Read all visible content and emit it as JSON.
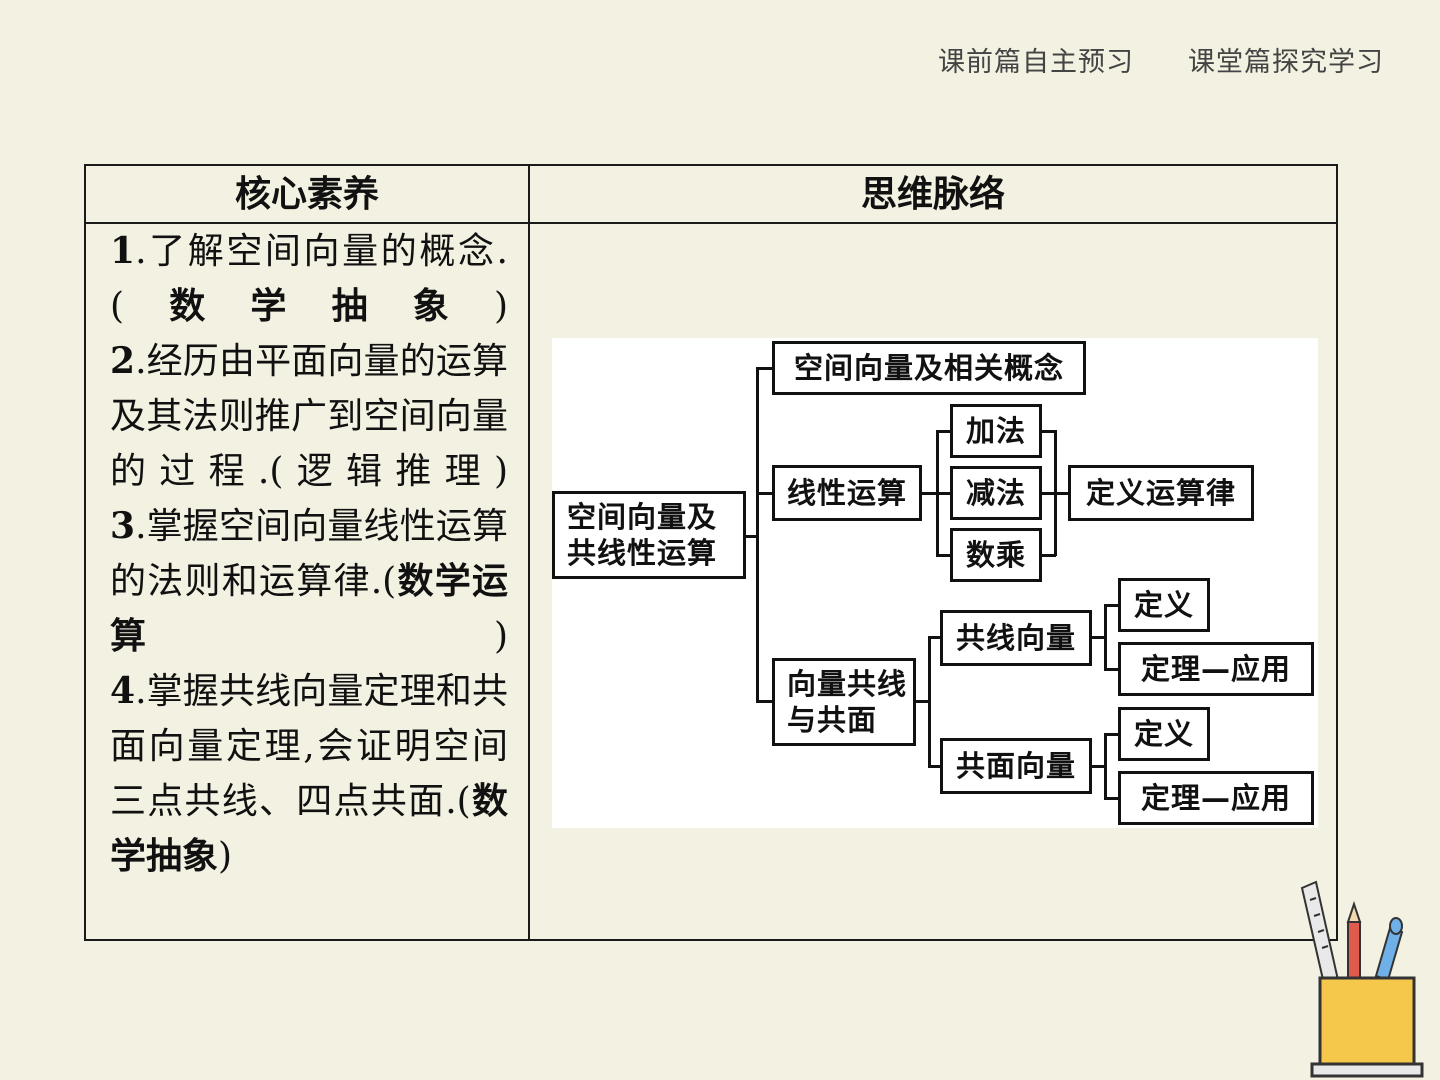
{
  "nav": {
    "preview": "课前篇自主预习",
    "explore": "课堂篇探究学习"
  },
  "table": {
    "header_left": "核心素养",
    "header_right": "思维脉络",
    "items": [
      {
        "num": "1",
        "text": ".了解空间向量的概念.(",
        "tag": "数学抽象",
        "end": ")"
      },
      {
        "num": "2",
        "text": ".经历由平面向量的运算及其法则推广到空间向量的过程.(逻辑推理)",
        "tag": "",
        "end": ""
      },
      {
        "num": "3",
        "text": ".掌握空间向量线性运算的法则和运算律.(",
        "tag": "数学运算",
        "end": ")"
      },
      {
        "num": "4",
        "text": ".掌握共线向量定理和共面向量定理,会证明空间三点共线、四点共面.(",
        "tag": "数学抽象",
        "end": ")"
      }
    ]
  },
  "mindmap": {
    "root_line1": "空间向量及",
    "root_line2": "共线性运算",
    "concepts": "空间向量及相关概念",
    "linear": "线性运算",
    "add": "加法",
    "sub": "减法",
    "scalar": "数乘",
    "rules": "定义运算律",
    "cop_line1": "向量共线",
    "cop_line2": "与共面",
    "collinear": "共线向量",
    "coplanar": "共面向量",
    "def1": "定义",
    "thm1": "定理—应用",
    "def2": "定义",
    "thm2": "定理—应用"
  },
  "colors": {
    "background": "#f3f1e1",
    "cup": "#f5c84c",
    "border": "#1a1a1a"
  }
}
